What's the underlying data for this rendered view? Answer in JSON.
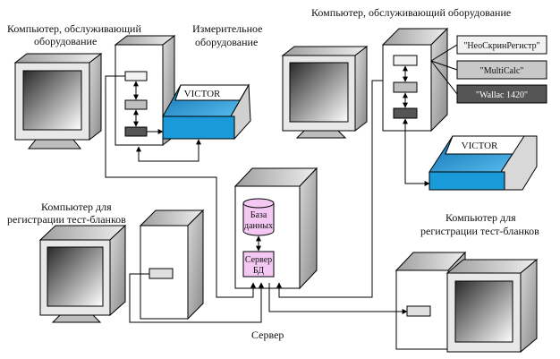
{
  "labels": {
    "left_service_computer": [
      "Компьютер, обслуживающий",
      "оборудование"
    ],
    "measuring_equipment": [
      "Измерительное",
      "оборудование"
    ],
    "right_service_computer": [
      "Компьютер, обслуживающий оборудование"
    ],
    "left_registration": [
      "Компьютер для",
      "регистрации тест-бланков"
    ],
    "right_registration": [
      "Компьютер для",
      "регистрации тест-бланков"
    ],
    "server": "Сервер",
    "database": [
      "База",
      "данных"
    ],
    "db_server": [
      "Сервер",
      "БД"
    ],
    "victor_left": "VICTOR",
    "victor_right": "VICTOR"
  },
  "software": [
    {
      "name": "\"НеоСкринРегистр\"",
      "fill": "#f2f2f2",
      "text_color": "#111111"
    },
    {
      "name": "\"MultiCalc\"",
      "fill": "#c8c8c8",
      "text_color": "#111111"
    },
    {
      "name": "\"Wallac 1420\"",
      "fill": "#555555",
      "text_color": "#ffffff"
    }
  ],
  "colors": {
    "victor_blue": "#1a9ad8",
    "db_pink": "#f3c8f3"
  }
}
